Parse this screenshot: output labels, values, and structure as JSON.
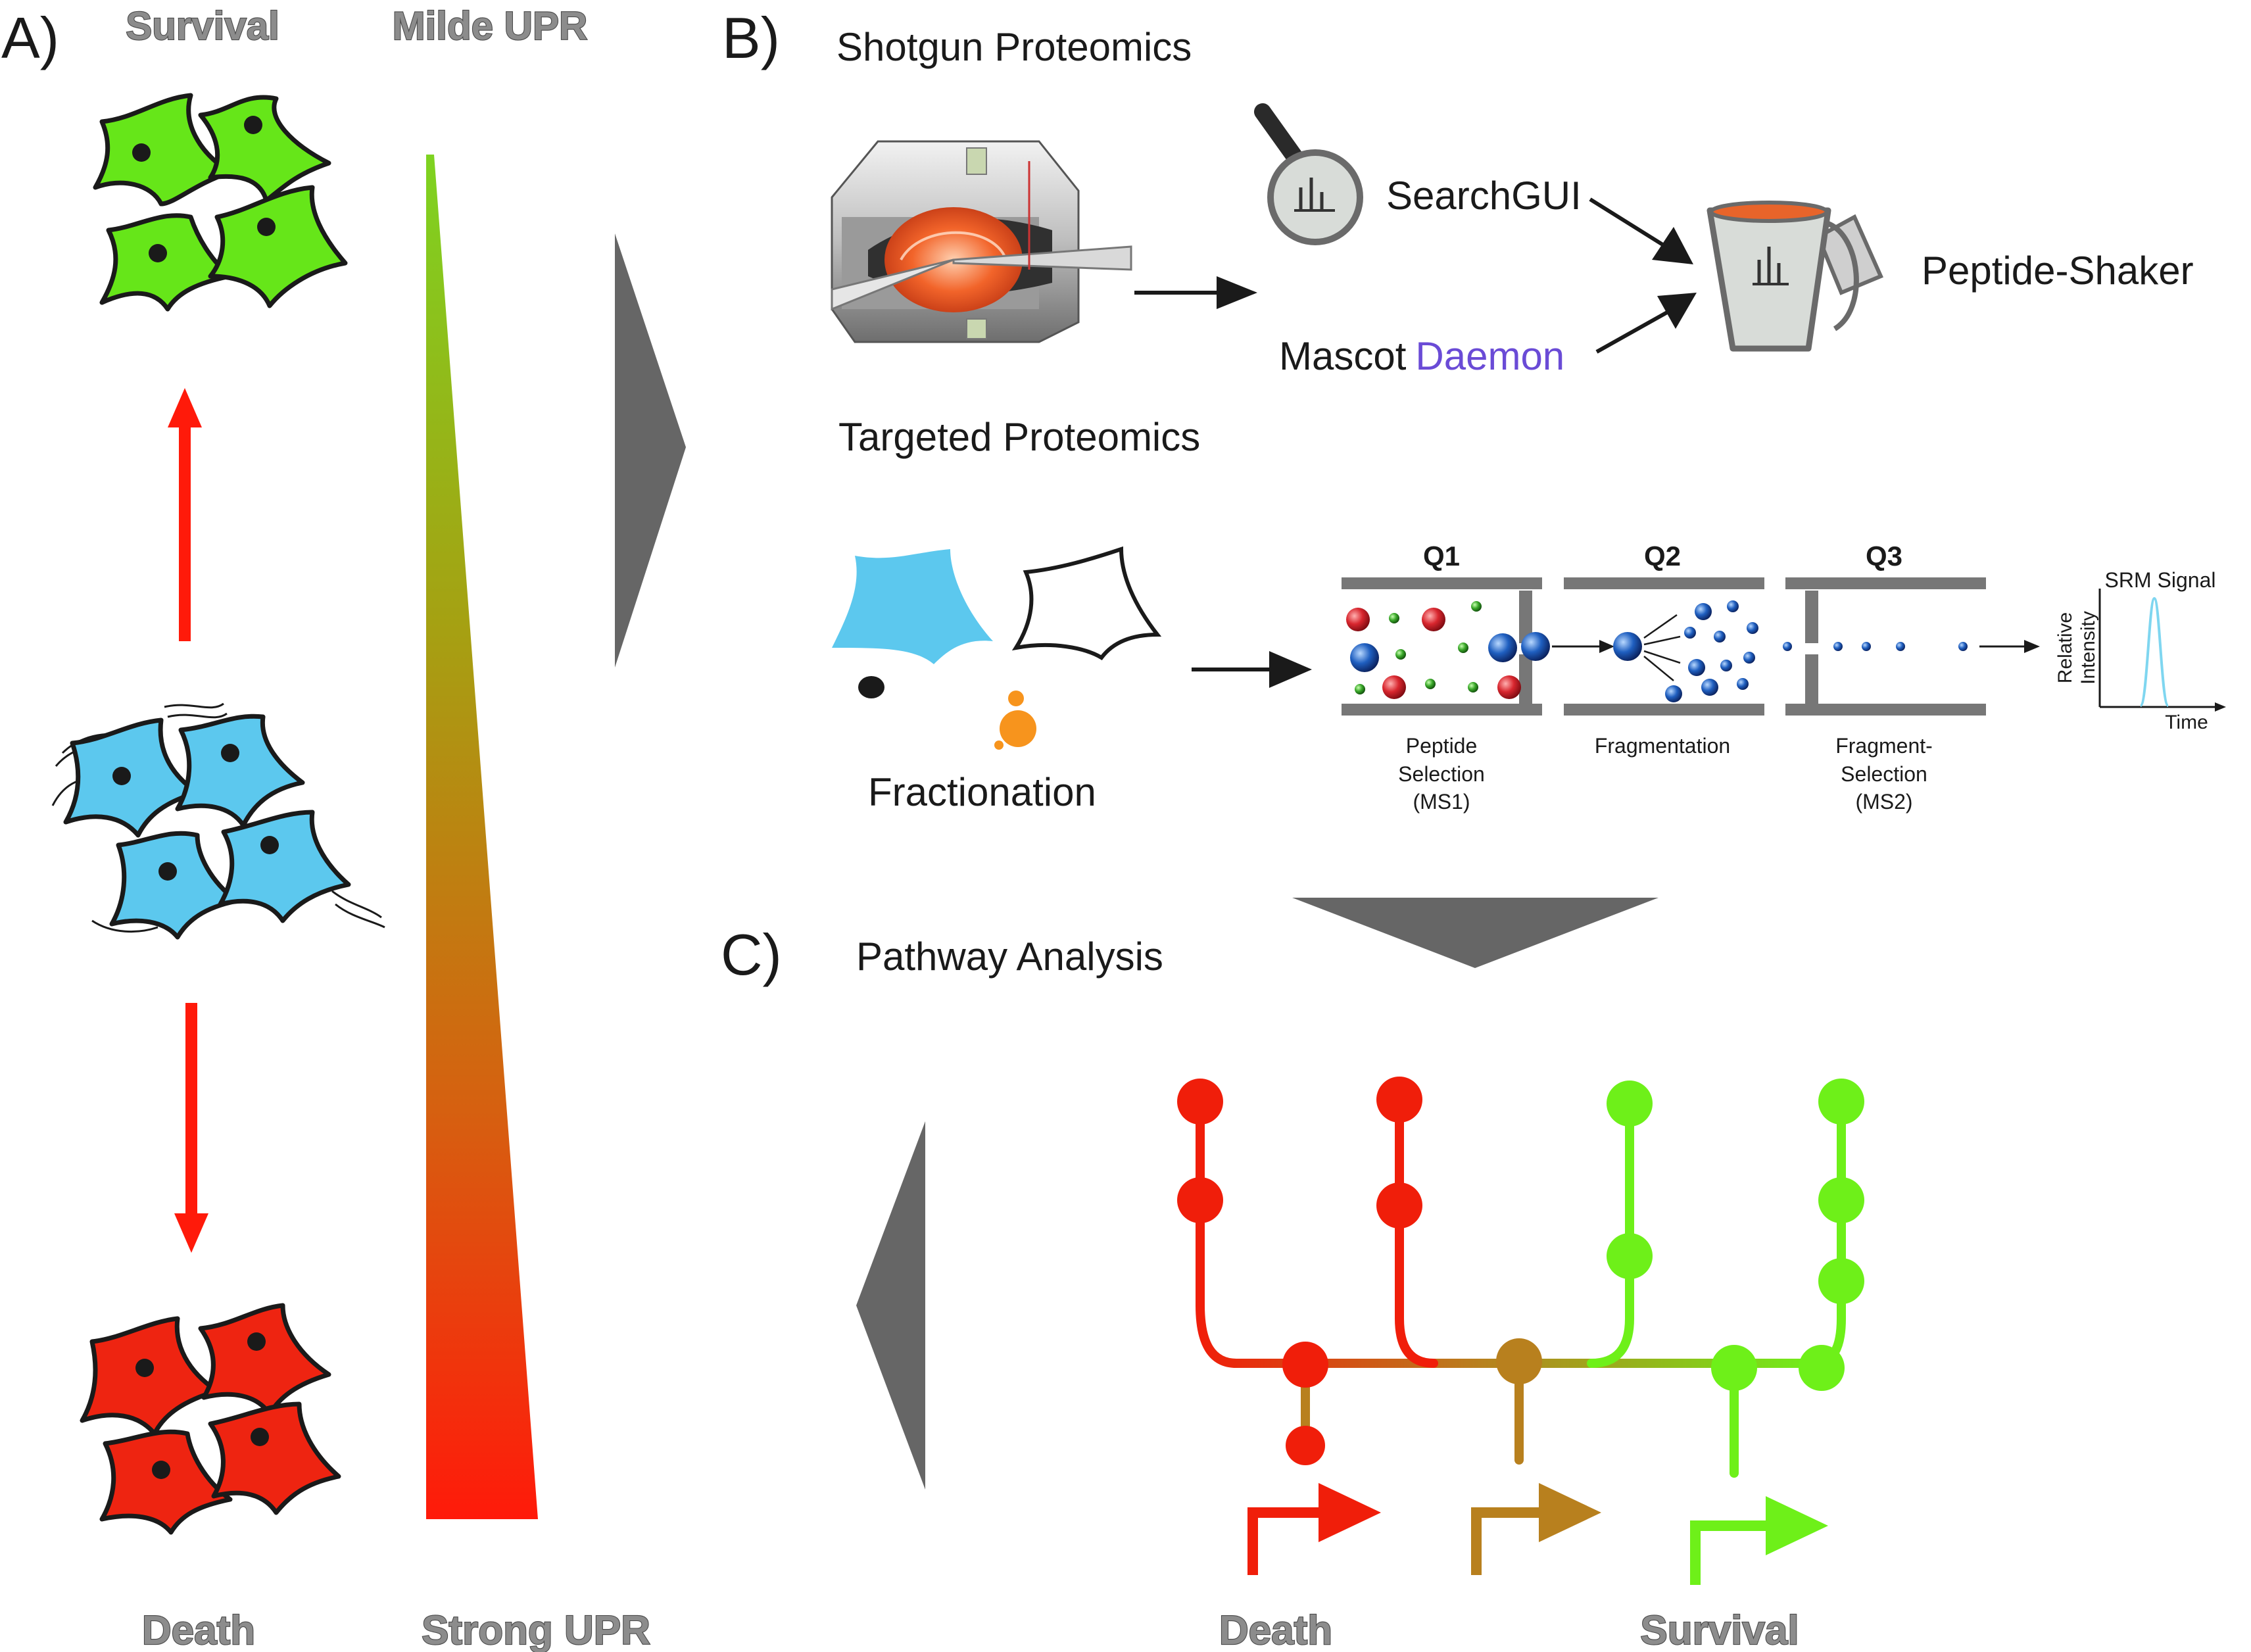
{
  "panel_a": {
    "label": "A)",
    "survival_label": "Survival",
    "milde_upr_label": "Milde UPR",
    "death_label": "Death",
    "strong_upr_label": "Strong UPR",
    "colors": {
      "survival_cells": "#66e619",
      "stressed_cells": "#5cc8ee",
      "dead_cells": "#ee2411",
      "arrows": "#ff1a0a"
    }
  },
  "panel_b": {
    "label": "B)",
    "shotgun_title": "Shotgun Proteomics",
    "searchgui_label": "SearchGUI",
    "mascot_label": "Mascot",
    "daemon_label": "Daemon",
    "peptide_shaker_label": "Peptide-Shaker",
    "targeted_title": "Targeted Proteomics",
    "fractionation_label": "Fractionation",
    "quadrupoles": [
      {
        "name": "Q1",
        "caption": [
          "Peptide",
          "Selection",
          "(MS1)"
        ]
      },
      {
        "name": "Q2",
        "caption": [
          "Fragmentation"
        ]
      },
      {
        "name": "Q3",
        "caption": [
          "Fragment-",
          "Selection",
          "(MS2)"
        ]
      }
    ],
    "srm_signal_label": "SRM Signal",
    "relative_label": "Relative",
    "intensity_label": "Intensity",
    "time_label": "Time",
    "colors": {
      "daemon": "#6a4bd6",
      "fraction_cell": "#5cc8ee",
      "fraction_particles": "#f7941d",
      "srm_peak": "#7fd6f0"
    }
  },
  "panel_c": {
    "label": "C)",
    "title": "Pathway Analysis",
    "death_label": "Death",
    "survival_label": "Survival",
    "colors": {
      "death": "#f01e0a",
      "mid": "#b8801e",
      "survival": "#6ef019",
      "arrow_gray": "#666666"
    }
  }
}
